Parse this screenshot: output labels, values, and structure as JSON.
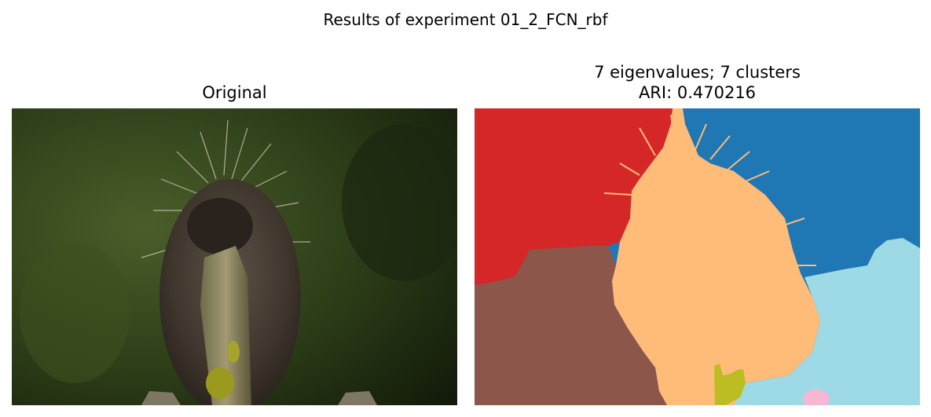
{
  "figure": {
    "suptitle": "Results of experiment 01_2_FCN_rbf"
  },
  "panels": {
    "original": {
      "title": "Original",
      "image_description": "porcupine perched on a lichen-covered branch against a dark green blurred background"
    },
    "segmentation": {
      "title_line1": "7 eigenvalues; 7 clusters",
      "title_line2": "ARI: 0.470216",
      "eigenvalues": 7,
      "clusters": 7,
      "ari": 0.470216,
      "cluster_colors": [
        "#d62728",
        "#1f77b4",
        "#ffbb78",
        "#8c564b",
        "#9edae5",
        "#bcbd22",
        "#f7b6d2"
      ]
    }
  }
}
